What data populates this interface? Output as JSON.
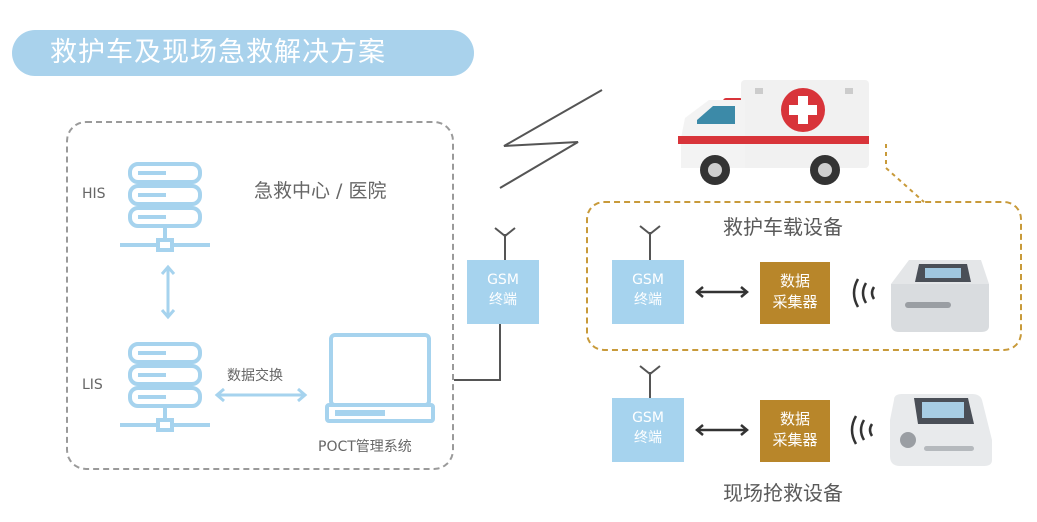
{
  "title": "救护车及现场急救解决方案",
  "center": {
    "title": "急救中心 / 医院",
    "his_label": "HIS",
    "lis_label": "LIS",
    "exchange_label": "数据交换",
    "poct_label": "POCT管理系统"
  },
  "gsm_label": [
    "GSM",
    "终端"
  ],
  "collector_label": [
    "数据",
    "采集器"
  ],
  "ambulance_section": {
    "title": "救护车载设备"
  },
  "field_section": {
    "title": "现场抢救设备"
  },
  "colors": {
    "blue": "#a6d3ee",
    "gold": "#b8862a",
    "dashed_gold": "#c89a3a",
    "red": "#d8343a"
  }
}
